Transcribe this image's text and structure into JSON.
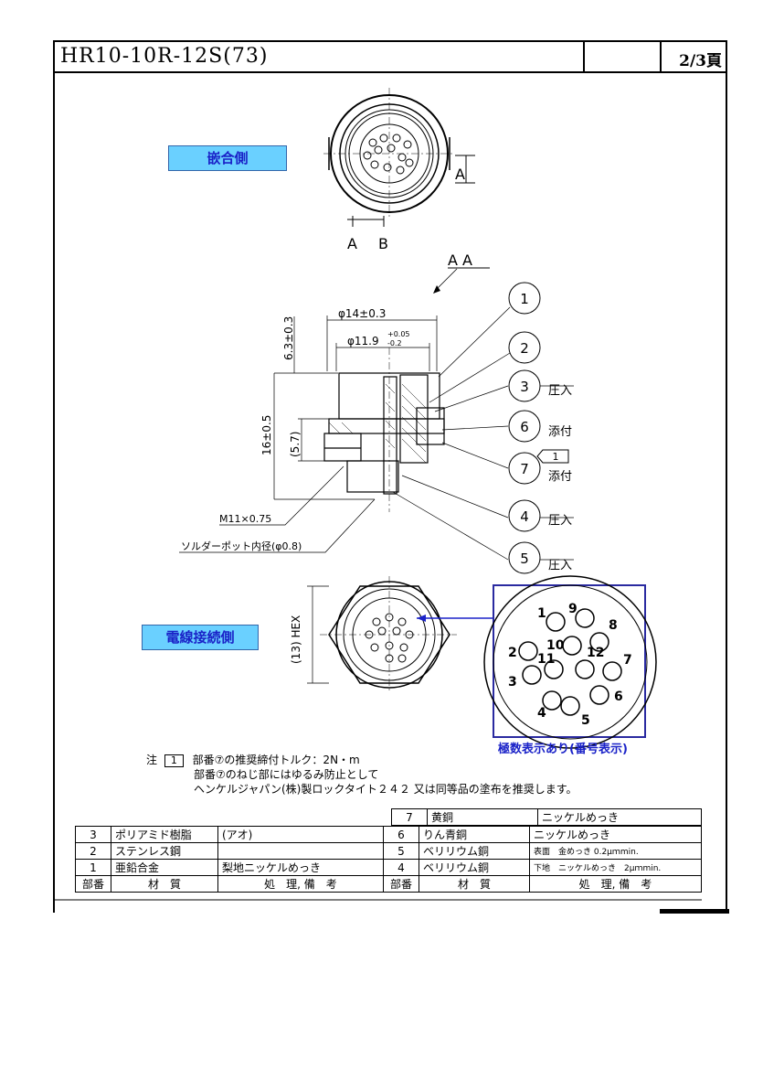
{
  "header": {
    "title": "HR10-10R-12S(73)",
    "page": "2/3頁"
  },
  "views": {
    "mating_side": "嵌合側",
    "wire_side": "電線接続側",
    "polarity_caption": "極数表示あり(番号表示)",
    "section_marks": {
      "a": "A",
      "b": "B",
      "aa": "A  A"
    }
  },
  "dimensions": {
    "d14": "φ14±0.3",
    "d119": "φ11.9",
    "d119_tol_upper": "+0.05",
    "d119_tol_lower": "-0.2",
    "h63": "6.3±0.3",
    "h16": "16±0.5",
    "h57": "(5.7)",
    "thread": "M11×0.75",
    "solder": "ソルダーポット内径(φ0.8)",
    "hex": "(13) HEX"
  },
  "callouts": [
    {
      "num": "1",
      "note": ""
    },
    {
      "num": "2",
      "note": ""
    },
    {
      "num": "3",
      "note": "圧入"
    },
    {
      "num": "6",
      "note": "添付"
    },
    {
      "num": "7",
      "note": "添付",
      "flag": "1"
    },
    {
      "num": "4",
      "note": "圧入"
    },
    {
      "num": "5",
      "note": "圧入"
    }
  ],
  "pins": [
    "1",
    "2",
    "3",
    "4",
    "5",
    "6",
    "7",
    "8",
    "9",
    "10",
    "11",
    "12"
  ],
  "notes": {
    "prefix": "注",
    "flag": "1",
    "line1": "部番⑦の推奨締付トルク：2N・m",
    "line2": "部番⑦のねじ部にはゆるみ防止として",
    "line3": "ヘンケルジャパン(株)製ロックタイト２４２ 又は同等品の塗布を推奨します。"
  },
  "parts_table": {
    "left": [
      {
        "no": "3",
        "material": "ポリアミド樹脂",
        "treatment": "(アオ)"
      },
      {
        "no": "2",
        "material": "ステンレス鋼",
        "treatment": ""
      },
      {
        "no": "1",
        "material": "亜鉛合金",
        "treatment": "梨地ニッケルめっき"
      }
    ],
    "right": [
      {
        "no": "7",
        "material": "黄銅",
        "treatment": "ニッケルめっき"
      },
      {
        "no": "6",
        "material": "りん青銅",
        "treatment": "ニッケルめっき"
      },
      {
        "no": "5",
        "material": "ベリリウム銅",
        "treatment": "表面　金めっき 0.2μｍmin."
      },
      {
        "no": "4",
        "material": "ベリリウム銅",
        "treatment": "下地　ニッケルめっき　2μｍmin."
      }
    ],
    "headers": {
      "no": "部番",
      "material": "材　質",
      "treatment": "処　理, 備　考"
    }
  },
  "colors": {
    "label_bg": "#6ad0ff",
    "label_text": "#1a22c8",
    "detail_frame": "#2a2aa0"
  }
}
